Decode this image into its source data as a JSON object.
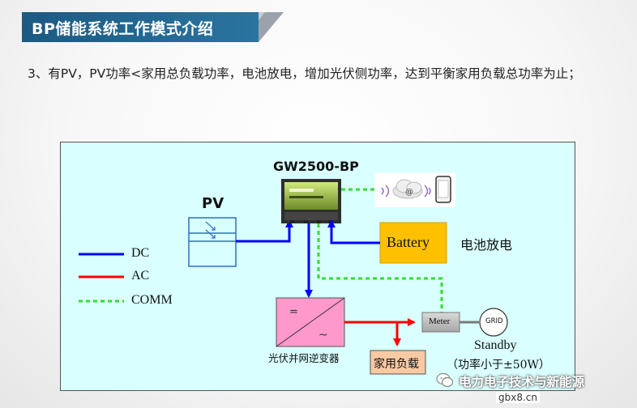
{
  "slide": {
    "title": "BP储能系统工作模式介绍",
    "description": "3、有PV，PV功率<家用总负载功率，电池放电，增加光伏侧功率，达到平衡家用负载总功率为止；"
  },
  "diagram": {
    "device_label": "GW2500-BP",
    "pv_label": "PV",
    "battery_label": "Battery",
    "battery_status": "电池放电",
    "legend": {
      "dc": "DC",
      "ac": "AC",
      "comm": "COMM"
    },
    "inverter_label": "光伏并网逆变器",
    "inverter_dc_symbol": "=",
    "inverter_ac_symbol": "~",
    "meter_label": "Meter",
    "grid_label": "GRID",
    "grid_status": "Standby",
    "grid_power": "（功率小于±50W）",
    "home_load_label": "家用负载",
    "cloud_symbol": "@",
    "colors": {
      "dc": "#0000ff",
      "ac": "#ff0000",
      "comm": "#33dd33",
      "battery": "#ffc000",
      "inverter": "#ff99cc",
      "home_load": "#f9c9a3",
      "panel_bg": "#d9ffff",
      "title_bg": "#1f5f86"
    }
  },
  "watermark": {
    "text": "电力电子技术与新能源",
    "site": "gbx8.cn"
  }
}
